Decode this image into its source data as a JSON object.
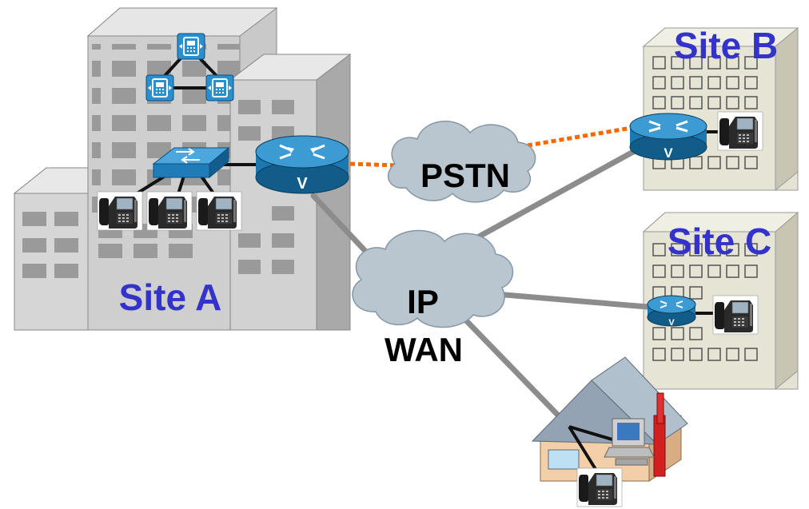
{
  "labels": {
    "site_a": "Site A",
    "site_b": "Site B",
    "site_c": "Site C",
    "pstn": "PSTN",
    "ip": "IP",
    "wan": "WAN"
  },
  "colors": {
    "site_label": "#3333cc",
    "cloud_label": "#000000",
    "wan_link": "#8c8c8c",
    "pstn_link": "#ff6600",
    "router_blue": "#1b78b0",
    "cloud_fill": "#b9c6cf"
  },
  "icons": {
    "router": "voice-router-icon",
    "switch": "switch-icon",
    "call_manager": "call-manager-icon",
    "ip_phone": "ip-phone-icon",
    "workstation": "workstation-icon",
    "house": "house-icon"
  }
}
